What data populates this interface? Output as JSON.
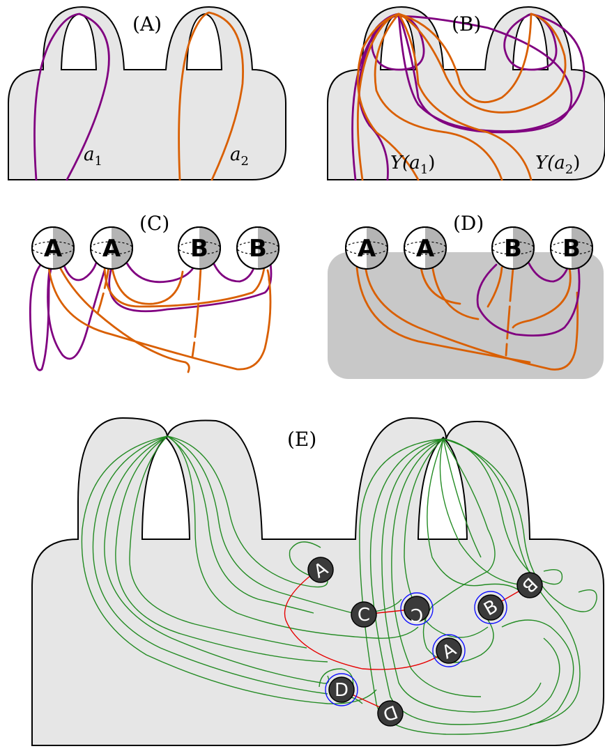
{
  "panels": {
    "a": {
      "label": "(A)",
      "curve1": "a",
      "curve1_sub": "1",
      "curve2": "a",
      "curve2_sub": "2"
    },
    "b": {
      "label": "(B)",
      "curve1": "Y(a",
      "curve1_sub": "1",
      "curve1_end": ")",
      "curve2": "Y(a",
      "curve2_sub": "2",
      "curve2_end": ")"
    },
    "c": {
      "label": "(C)",
      "balls": [
        "A",
        "A",
        "B",
        "B"
      ]
    },
    "d": {
      "label": "(D)",
      "balls": [
        "A",
        "A",
        "B",
        "B"
      ]
    },
    "e": {
      "label": "(E)",
      "disks": [
        "A",
        "C",
        "C",
        "B",
        "A",
        "B",
        "D",
        "D"
      ]
    }
  },
  "colors": {
    "purple": "#800080",
    "orange": "#d95f02",
    "green": "#238b23",
    "red": "#e60000",
    "surface": "#e6e6e6",
    "shaded_region": "#c8c8c8",
    "disk": "#3a3a3a",
    "disk_ring": "#1010ff"
  }
}
